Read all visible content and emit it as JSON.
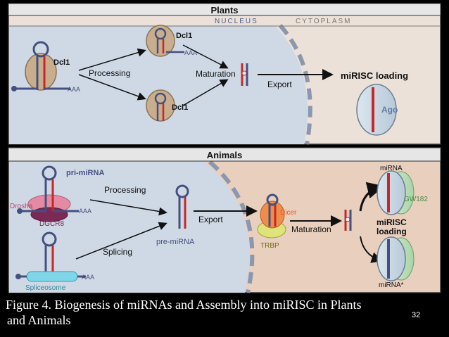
{
  "colors": {
    "nucleus": "#cfd9e6",
    "cytoplasm_plants": "#ece1d8",
    "cytoplasm_animals": "#e9cfbd",
    "accent": "#c62828",
    "rna": "#44507f"
  },
  "plants": {
    "title": "Plants",
    "nucleus_label": "NUCLEUS",
    "cytoplasm_label": "CYTOPLASM",
    "dcl_main": "Dcl1",
    "dcl_top": "Dcl1",
    "dcl_bottom": "Dcl1",
    "polyA_main": "AAA",
    "polyA_top": "AAA",
    "processing": "Processing",
    "maturation": "Maturation",
    "export": "Export",
    "mirisc_loading": "miRISC loading",
    "ago": "Ago"
  },
  "animals": {
    "title": "Animals",
    "pri_mirna": "pri-miRNA",
    "drosha": "Drosha",
    "dgcr8": "DGCR8",
    "polyA_top": "AAA",
    "polyA_bottom": "AAA",
    "processing": "Processing",
    "splicing": "Splicing",
    "spliceosome": "Spliceosome",
    "export": "Export",
    "pre_mirna": "pre-miRNA",
    "dicer": "Dicer",
    "trbp": "TRBP",
    "maturation": "Maturation",
    "mirna": "miRNA",
    "gw182": "GW182",
    "mirisc_line1": "miRISC",
    "mirisc_line2": "loading",
    "mirna_star": "miRNA*"
  },
  "caption": {
    "line1": "Figure 4. Biogenesis of miRNAs and Assembly into miRISC in Plants",
    "line2": "and Animals"
  },
  "slide_number": "32"
}
